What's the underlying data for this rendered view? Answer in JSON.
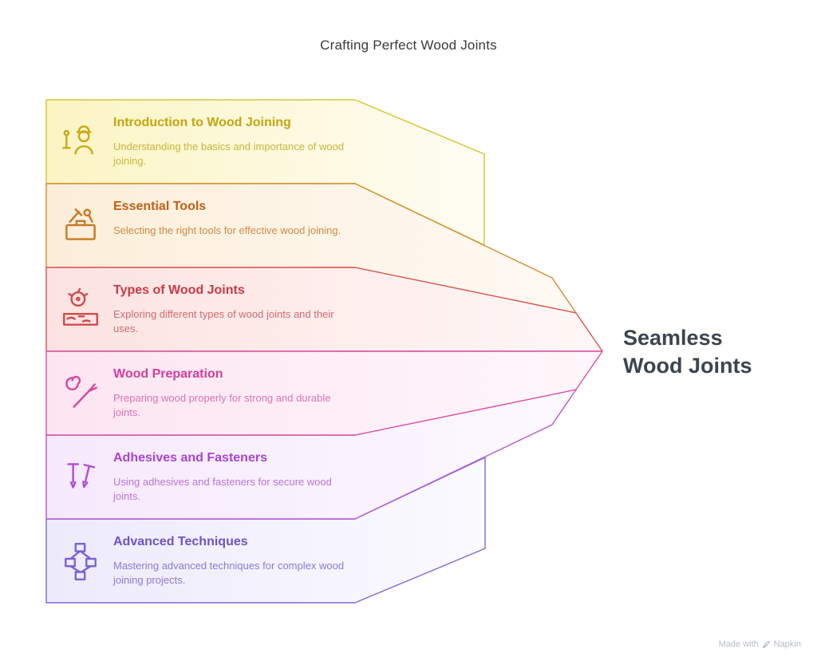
{
  "title": "Crafting Perfect Wood Joints",
  "result": {
    "label": "Seamless Wood Joints",
    "color": "#3d4450"
  },
  "watermark": {
    "prefix": "Made with",
    "brand": "Napkin"
  },
  "steps": [
    {
      "heading": "Introduction to Wood Joining",
      "description": "Understanding the basics and importance of wood joining.",
      "icon": "carpenter-icon",
      "colors": {
        "stroke": "#d8c52c",
        "fill_start": "#fbf4c3",
        "fill_end": "#fffdf4",
        "heading": "#c4a50e",
        "desc": "#c9b63c",
        "icon": "#c8aa16"
      }
    },
    {
      "heading": "Essential Tools",
      "description": "Selecting the right tools for effective wood joining.",
      "icon": "toolbox-icon",
      "colors": {
        "stroke": "#d58a30",
        "fill_start": "#fceed9",
        "fill_end": "#fffaf4",
        "heading": "#c16016",
        "desc": "#cf8a45",
        "icon": "#c87722"
      }
    },
    {
      "heading": "Types of Wood Joints",
      "description": "Exploring different types of wood joints and their uses.",
      "icon": "saw-blade-icon",
      "colors": {
        "stroke": "#d65454",
        "fill_start": "#fce3e1",
        "fill_end": "#fff7f6",
        "heading": "#c93a47",
        "desc": "#d46a71",
        "icon": "#d04b4b"
      }
    },
    {
      "heading": "Wood Preparation",
      "description": "Preparing wood properly for strong and durable joints.",
      "icon": "chisel-icon",
      "colors": {
        "stroke": "#da4fa4",
        "fill_start": "#fce5f1",
        "fill_end": "#fff7fb",
        "heading": "#d53d9c",
        "desc": "#dc74b6",
        "icon": "#d746a0"
      }
    },
    {
      "heading": "Adhesives and Fasteners",
      "description": "Using adhesives and fasteners for secure wood joints.",
      "icon": "nails-icon",
      "colors": {
        "stroke": "#b457d9",
        "fill_start": "#f6e9fc",
        "fill_end": "#fdf9ff",
        "heading": "#a845d1",
        "desc": "#ba75da",
        "icon": "#ae4cd5"
      }
    },
    {
      "heading": "Advanced Techniques",
      "description": "Mastering advanced techniques for complex wood joining projects.",
      "icon": "structure-icon",
      "colors": {
        "stroke": "#8066da",
        "fill_start": "#edeafb",
        "fill_end": "#fbfaff",
        "heading": "#6b53c8",
        "desc": "#8d7ad3",
        "icon": "#7a63d2"
      }
    }
  ]
}
